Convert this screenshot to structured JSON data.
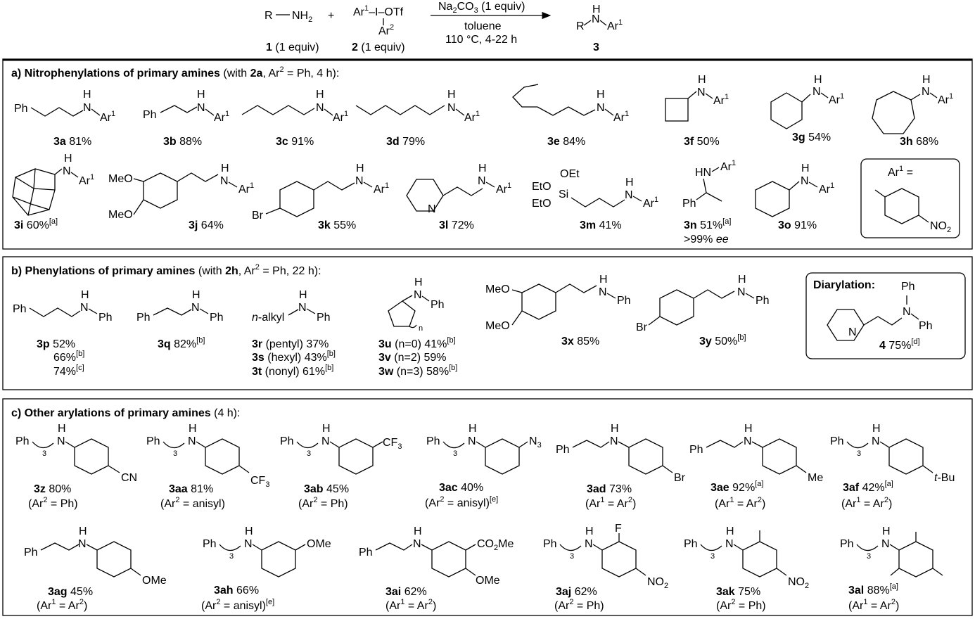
{
  "header": {
    "amine_formula": "R—NH2",
    "plus": "+",
    "salt_formula": "Ar1—I—OTf",
    "salt_sub": "Ar2",
    "reagent": "Na2CO3 (1 equiv)",
    "solvent": "toluene",
    "conditions": "110 °C, 4-22 h",
    "product_formula": "R–NH–Ar1",
    "cmpd1_id": "1",
    "cmpd1_equiv": "(1 equiv)",
    "cmpd2_id": "2",
    "cmpd2_equiv": "(1 equiv)",
    "cmpd3_id": "3"
  },
  "panel_a": {
    "title_bold": "a) Nitrophenylations of primary amines",
    "title_rest": "(with 2a, Ar2 = Ph, 4 h):",
    "ar1_box_label": "Ar1 =",
    "ar1_box_group": "NO2",
    "items": [
      {
        "id": "3a",
        "yield": "81%",
        "struct": "Ph–(CH2)3–NH–Ar1"
      },
      {
        "id": "3b",
        "yield": "88%",
        "struct": "Ph–(CH2)2–NH–Ar1"
      },
      {
        "id": "3c",
        "yield": "91%",
        "struct": "n-pentyl–NH–Ar1"
      },
      {
        "id": "3d",
        "yield": "79%",
        "struct": "n-hexyl–NH–Ar1"
      },
      {
        "id": "3e",
        "yield": "84%",
        "struct": "n-nonyl–NH–Ar1"
      },
      {
        "id": "3f",
        "yield": "50%",
        "struct": "cyclobutyl–NH–Ar1"
      },
      {
        "id": "3g",
        "yield": "54%",
        "struct": "cyclohexyl–NH–Ar1"
      },
      {
        "id": "3h",
        "yield": "68%",
        "struct": "cycloheptyl–NH–Ar1"
      },
      {
        "id": "3i",
        "yield": "60%[a]",
        "struct": "adamantyl–NH–Ar1"
      },
      {
        "id": "3j",
        "yield": "64%",
        "struct": "3,4-(MeO)2C6H3(CH2)2–NH–Ar1"
      },
      {
        "id": "3k",
        "yield": "55%",
        "struct": "4-BrC6H4(CH2)2–NH–Ar1"
      },
      {
        "id": "3l",
        "yield": "72%",
        "struct": "2-pyridyl(CH2)2–NH–Ar1"
      },
      {
        "id": "3m",
        "yield": "41%",
        "struct": "(EtO)3Si(CH2)3–NH–Ar1"
      },
      {
        "id": "3n",
        "yield": "51%[a]",
        "extra": ">99% ee",
        "struct": "PhCH(Me)–NH–Ar1"
      },
      {
        "id": "3o",
        "yield": "91%",
        "struct": "Ph–NH–Ar1"
      }
    ]
  },
  "panel_b": {
    "title_bold": "b) Phenylations of primary amines",
    "title_rest": "(with 2h, Ar2 = Ph, 22 h):",
    "diarylation_label": "Diarylation:",
    "items": [
      {
        "id": "3p",
        "yield": "52%",
        "extra1": "66%[b]",
        "extra2": "74%[c]"
      },
      {
        "id": "3q",
        "yield": "82%[b]"
      },
      {
        "id": "3r",
        "desc": "(pentyl)",
        "yield": "37%"
      },
      {
        "id": "3s",
        "desc": "(hexyl)",
        "yield": "43%[b]"
      },
      {
        "id": "3t",
        "desc": "(nonyl)",
        "yield": "61%[b]"
      },
      {
        "id": "3u",
        "desc": "(n=0)",
        "yield": "41%[b]"
      },
      {
        "id": "3v",
        "desc": "(n=2)",
        "yield": "59%"
      },
      {
        "id": "3w",
        "desc": "(n=3)",
        "yield": "58%[b]"
      },
      {
        "id": "3x",
        "yield": "85%"
      },
      {
        "id": "3y",
        "yield": "50%[b]"
      },
      {
        "id": "4",
        "yield": "75%[d]"
      }
    ]
  },
  "panel_c": {
    "title_bold": "c) Other arylations of primary amines",
    "title_rest": "(4 h):",
    "items": [
      {
        "id": "3z",
        "yield": "80%",
        "cond": "(Ar2 = Ph)",
        "sub": "CN"
      },
      {
        "id": "3aa",
        "yield": "81%",
        "cond": "(Ar2 = anisyl)",
        "sub": "CF3"
      },
      {
        "id": "3ab",
        "yield": "45%",
        "cond": "(Ar2 = Ph)",
        "sub": "CF3"
      },
      {
        "id": "3ac",
        "yield": "40%",
        "cond": "(Ar2 = anisyl)[e]",
        "sub": "N3"
      },
      {
        "id": "3ad",
        "yield": "73%",
        "cond": "(Ar1 = Ar2)",
        "sub": "Br"
      },
      {
        "id": "3ae",
        "yield": "92%[a]",
        "cond": "(Ar1 = Ar2)",
        "sub": "Me"
      },
      {
        "id": "3af",
        "yield": "42%[a]",
        "cond": "(Ar1 = Ar2)",
        "sub": "t-Bu"
      },
      {
        "id": "3ag",
        "yield": "45%",
        "cond": "(Ar1 = Ar2)",
        "sub": "OMe"
      },
      {
        "id": "3ah",
        "yield": "66%",
        "cond": "(Ar2 = anisyl)[e]",
        "sub": "OMe"
      },
      {
        "id": "3ai",
        "yield": "62%",
        "cond": "(Ar1 = Ar2)",
        "sub": "CO2Me / OMe"
      },
      {
        "id": "3aj",
        "yield": "62%",
        "cond": "(Ar2 = Ph)",
        "sub": "F / NO2"
      },
      {
        "id": "3ak",
        "yield": "75%",
        "cond": "(Ar2 = Ph)",
        "sub": "Me / NO2"
      },
      {
        "id": "3al",
        "yield": "88%[a]",
        "cond": "(Ar1 = Ar2)",
        "sub": "mesityl"
      }
    ]
  }
}
